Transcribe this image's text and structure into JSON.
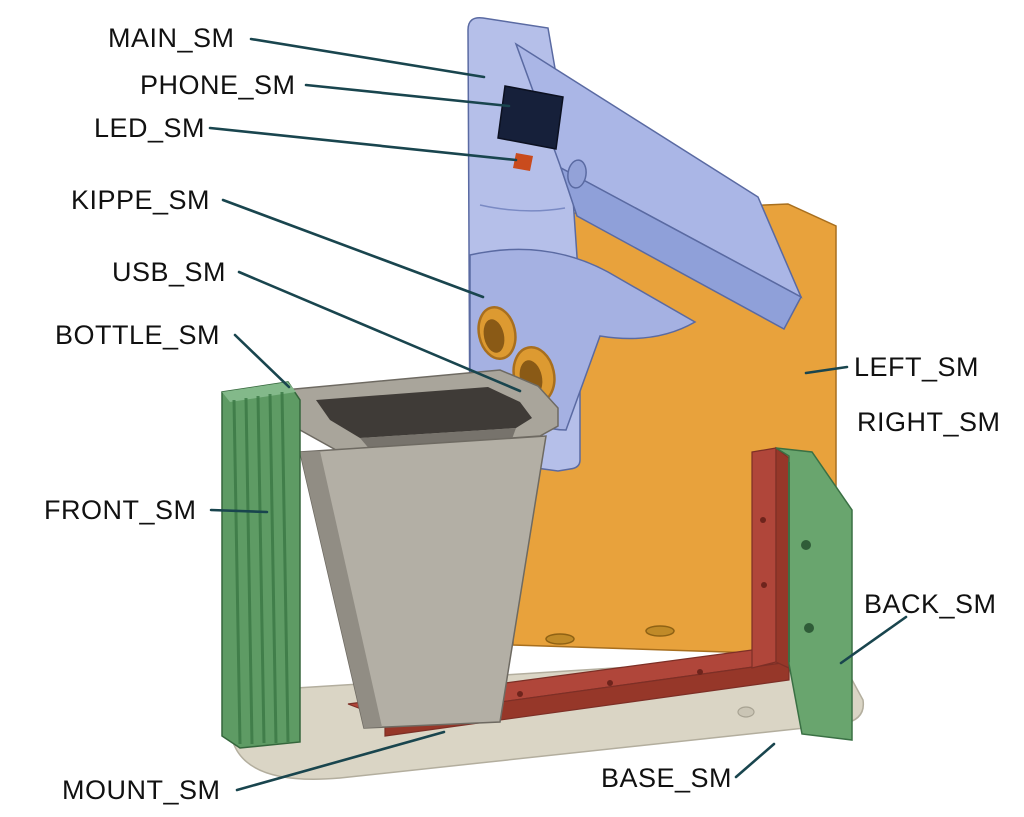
{
  "title": "SM assembly annotated CAD diagram",
  "labels": {
    "main": "MAIN_SM",
    "phone": "PHONE_SM",
    "led": "LED_SM",
    "kippe": "KIPPE_SM",
    "usb": "USB_SM",
    "bottle": "BOTTLE_SM",
    "front": "FRONT_SM",
    "left": "LEFT_SM",
    "right": "RIGHT_SM",
    "back": "BACK_SM",
    "base": "BASE_SM",
    "mount": "MOUNT_SM"
  },
  "colors": {
    "background": "#ffffff",
    "leader_line": "#19454e",
    "label_text": "#111111",
    "part_main_blue": "#b5bfe9",
    "part_tray_blue": "#aab6e6",
    "part_tray_under_blue": "#8fa0d9",
    "part_shelf_blue": "#a5b1e2",
    "part_panel_orange": "#e8a23c",
    "part_front_green": "#5e9b64",
    "part_back_green": "#69a56e",
    "part_mount_red": "#b0463a",
    "part_mount_red_dark": "#963729",
    "part_bottle_gray": "#b3afa5",
    "part_rim_gray": "#a9a59b",
    "part_base_beige": "#dad5c5",
    "phone_screen": "#16203a",
    "led_orange": "#c94b1d",
    "usb_ring_orange": "#dd9a31"
  }
}
